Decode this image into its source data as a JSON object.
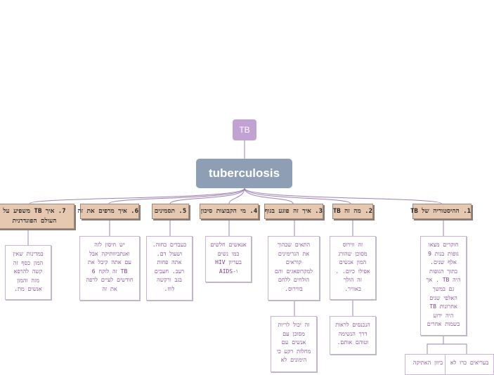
{
  "root": {
    "small_label": "TB",
    "main_label": "tuberculosis"
  },
  "topics": [
    {
      "label": "1. ההיסטוריה של TB"
    },
    {
      "label": "2. מה זה TB"
    },
    {
      "label": "3. איך זה פוגע בגוף"
    },
    {
      "label": "4. מי הקבוצות סיכון"
    },
    {
      "label": "5. תסמינים"
    },
    {
      "label": "6. איך מרפים את זה"
    },
    {
      "label": "7. איך TB משפיע על העולם הפוגדרנית"
    }
  ],
  "notes": [
    {
      "text": "חוקרים מצאו\nגופות בנות 9\nאלף שנים.\nבתוך הגופות\nהיה TB . אך\nגם במשך\nהאלפי שנים\nאחרונות TB\nהיה ידוע\nבשמות אחרים"
    },
    {
      "text": "זה ווירוס\nמסוכן שהורג\nהמון אנשים\nאפילו כיום. .\nזה הולך\nבאוויר."
    },
    {
      "text": "הנכנסים לראות\nדרך הנשימה\nוטוהם אותם."
    },
    {
      "text": "התאים שבהוך\nאת הגרימינים\nקוראים\nלמקרופאגים והם\nהולחים ללחם\nבווירוס."
    },
    {
      "text": "זה יכול לריות\nמסוכן עם\nאנשים עם\nמחלות רקע כי\nהימונים לא"
    },
    {
      "text": "אנאשים חלשים\nכמו נשים\nבעריון HIV\nו-AIDS"
    },
    {
      "text": "כעבדים בחזה.\nושעול דם.\nאתה פחות\nרעב. חעבים\nבגב ורקשה\nלווז."
    },
    {
      "text": "יש חיסון לזה\nואנתביוותיקה אבל\nעם אתה קיבל את\nTB זה לוקח 6\nחודשים לעיים לרפה\nאת זה"
    },
    {
      "text": "במדינות שאין\nהמון כסף זה\nקשה להרפא\nמזה והמון\nאנשים מת."
    },
    {
      "text": "ביוון האתיקה"
    },
    {
      "text": "בעריאים כרו לא"
    }
  ],
  "colors": {
    "link": "#9f80b5",
    "topic_fill": "#e6c7b0",
    "root_small": "#c2a2d2",
    "root_main": "#8e9fb5",
    "note_text": "#7a3e8a"
  }
}
